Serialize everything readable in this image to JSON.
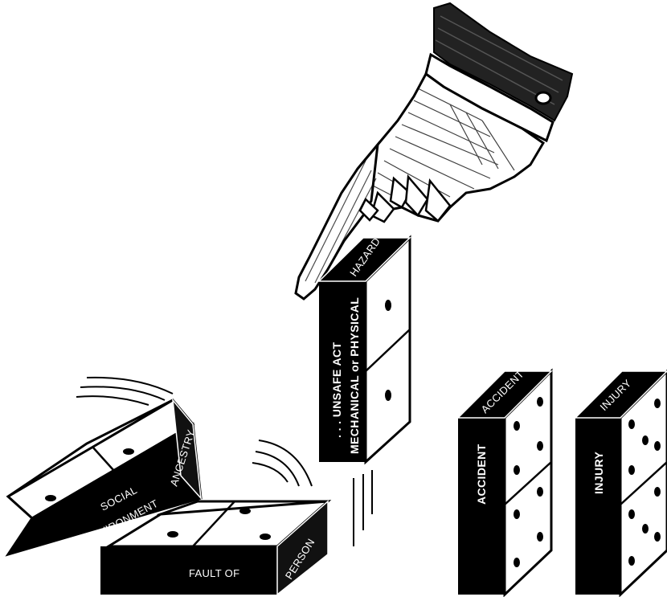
{
  "dominoes": {
    "ancestry": {
      "top_label": "ANCESTRY",
      "side_label_1": "SOCIAL",
      "side_label_2": "ENVIRONMENT"
    },
    "fault_of_person": {
      "side_label": "FAULT   OF",
      "end_label": "PERSON"
    },
    "hazard": {
      "top_label": "HAZARD",
      "side_label_1": ". . .  UNSAFE ACT",
      "side_label_2": "MECHANICAL or PHYSICAL"
    },
    "accident": {
      "top_label": "ACCIDENT",
      "side_label": "ACCIDENT"
    },
    "injury": {
      "top_label": "INJURY",
      "side_label": "INJURY"
    }
  },
  "colors": {
    "ink": "#000000",
    "paper": "#ffffff",
    "skin": "#ffffff"
  }
}
